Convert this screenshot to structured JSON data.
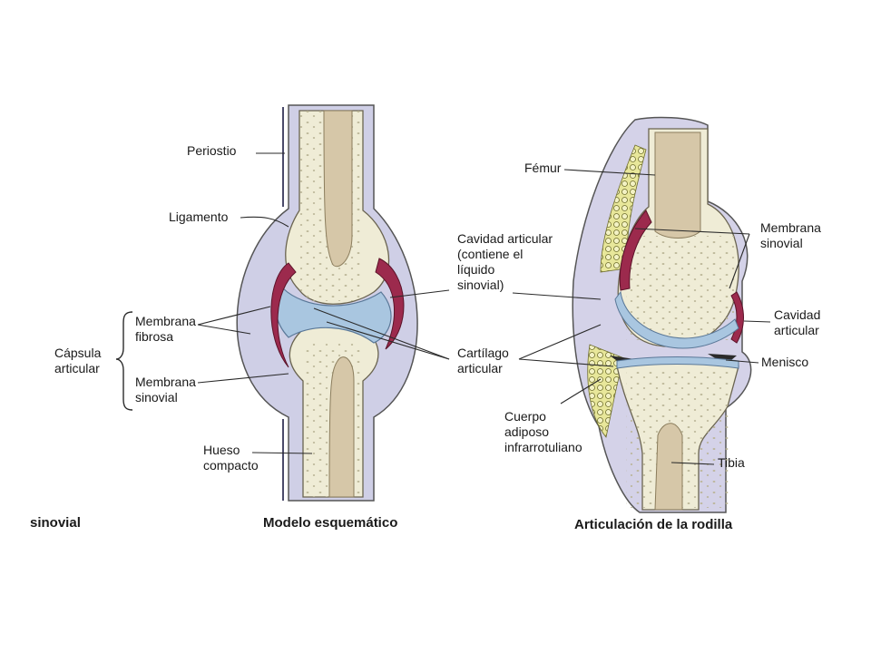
{
  "figures": [
    {
      "caption": "Modelo esquemático"
    },
    {
      "caption": "Articulación de la rodilla"
    }
  ],
  "partial_caption": " sinovial",
  "labels": {
    "periostio": "Periostio",
    "ligamento": "Ligamento",
    "membrana_fibrosa": [
      "Membrana",
      "fibrosa"
    ],
    "capsula_articular": [
      "Cápsula",
      "articular"
    ],
    "membrana_sinovial_left": [
      "Membrana",
      "sinovial"
    ],
    "hueso_compacto": [
      "Hueso",
      "compacto"
    ],
    "cavidad_articular_center": [
      "Cavidad articular",
      "(contiene el",
      "líquido",
      "sinovial)"
    ],
    "cartilago_articular": [
      "Cartílago",
      "articular"
    ],
    "femur": "Fémur",
    "membrana_sinovial_right": [
      "Membrana",
      "sinovial"
    ],
    "cavidad_articular_right": [
      "Cavidad",
      "articular"
    ],
    "menisco": "Menisco",
    "cuerpo_adiposo": [
      "Cuerpo",
      "adiposo",
      "infrarrotuliano"
    ],
    "tibia": "Tibia"
  },
  "colors": {
    "bone": "#efecd6",
    "marrow": "#d6c7a8",
    "cartilage": "#a9c6e0",
    "synovial": "#9c2a4d",
    "capsule": "#b8b8d8",
    "fat": "#e8e79a",
    "leader": "#2a2a2a"
  }
}
